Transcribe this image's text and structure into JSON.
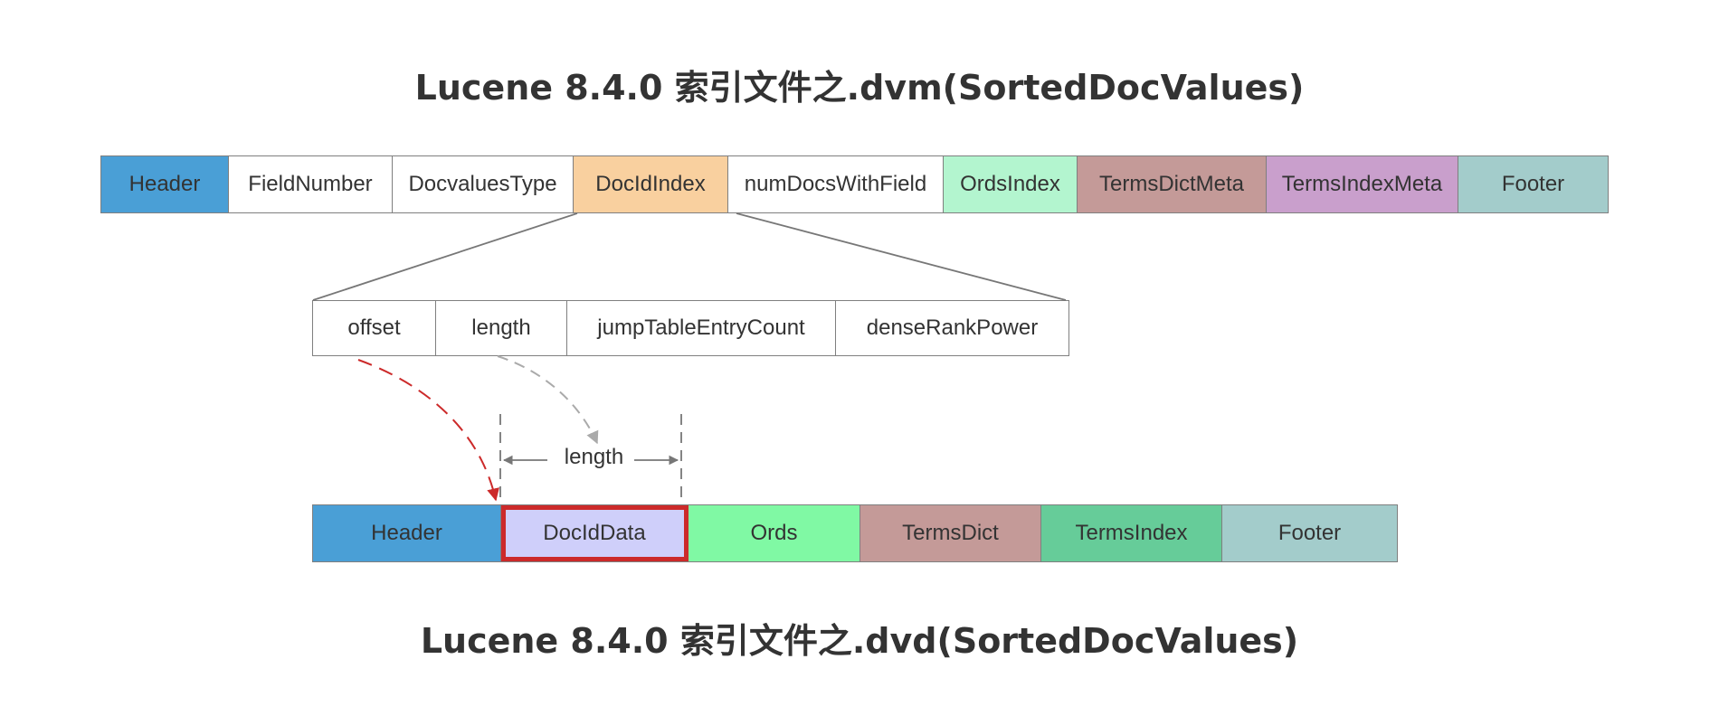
{
  "titles": {
    "dvm": "Lucene 8.4.0 索引文件之.dvm(SortedDocValues)",
    "dvd": "Lucene 8.4.0 索引文件之.dvd(SortedDocValues)"
  },
  "dvm_fields": [
    {
      "label": "Header",
      "color": "#4a9fd6"
    },
    {
      "label": "FieldNumber",
      "color": "#ffffff"
    },
    {
      "label": "DocvaluesType",
      "color": "#ffffff"
    },
    {
      "label": "DocIdIndex",
      "color": "#f9d09f"
    },
    {
      "label": "numDocsWithField",
      "color": "#ffffff"
    },
    {
      "label": "OrdsIndex",
      "color": "#b3f5cf"
    },
    {
      "label": "TermsDictMeta",
      "color": "#c49a98"
    },
    {
      "label": "TermsIndexMeta",
      "color": "#c99fcc"
    },
    {
      "label": "Footer",
      "color": "#a3cccb"
    }
  ],
  "docid_index_fields": [
    {
      "label": "offset"
    },
    {
      "label": "length"
    },
    {
      "label": "jumpTableEntryCount"
    },
    {
      "label": "denseRankPower"
    }
  ],
  "dvd_fields": [
    {
      "label": "Header",
      "color": "#4a9fd6"
    },
    {
      "label": "DocIdData",
      "color": "#cfcffa",
      "highlight": true
    },
    {
      "label": "Ords",
      "color": "#80f9a4"
    },
    {
      "label": "TermsDict",
      "color": "#c49a98"
    },
    {
      "label": "TermsIndex",
      "color": "#66cc99"
    },
    {
      "label": "Footer",
      "color": "#a3cccb"
    }
  ],
  "length_marker": {
    "label": "length"
  },
  "colors": {
    "highlight_border": "#cc2a2a",
    "offset_arrow": "#cc2a2a",
    "length_arrow": "#aaaaaa",
    "border": "#7f7f7f"
  }
}
